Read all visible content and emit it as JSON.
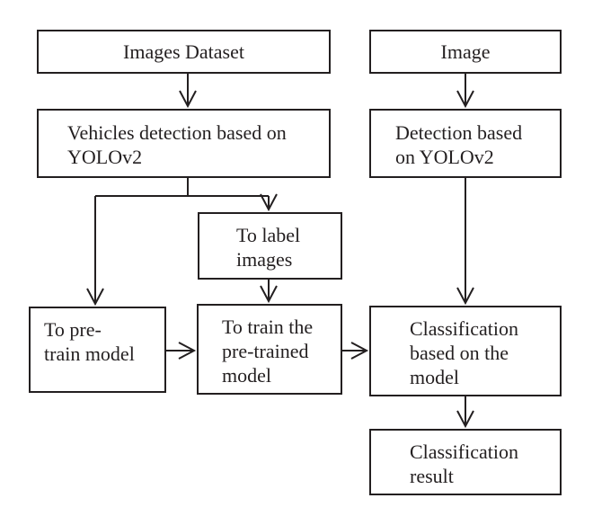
{
  "diagram": {
    "images_dataset": "Images Dataset",
    "image": "Image",
    "vehicles_detection": {
      "line1": "Vehicles detection based on",
      "line2": "YOLOv2"
    },
    "detection": {
      "line1": "Detection based",
      "line2": "on YOLOv2"
    },
    "label_images": {
      "line1": "To label",
      "line2": "images"
    },
    "pretrain_model": {
      "line1": "To pre-",
      "line2": "train model"
    },
    "train_pretrained": {
      "line1": "To train the",
      "line2": "pre-trained",
      "line3": "model"
    },
    "classification": {
      "line1": "Classification",
      "line2": "based on the",
      "line3": "model"
    },
    "classification_result": {
      "line1": "Classification",
      "line2": "result"
    }
  }
}
